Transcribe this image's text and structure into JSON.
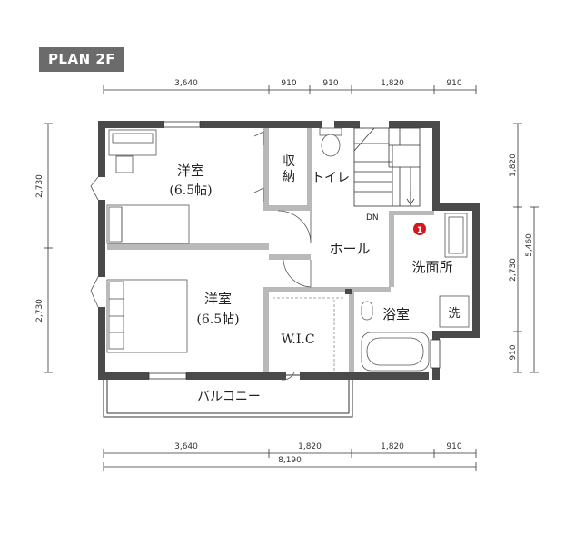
{
  "plan_label": "PLAN 2F",
  "dimensions": {
    "top": [
      "3,640",
      "910",
      "910",
      "1,820",
      "910"
    ],
    "bottom": [
      "3,640",
      "1,820",
      "1,820",
      "910"
    ],
    "bottom_total": "8,190",
    "left": [
      "2,730",
      "2,730"
    ],
    "right": [
      "1,820",
      "2,730",
      "910"
    ],
    "right_total": "5,460"
  },
  "rooms": {
    "western_room_1": "洋室",
    "western_room_1_size": "(6.5帖)",
    "western_room_2": "洋室",
    "western_room_2_size": "(6.5帖)",
    "storage": [
      "収",
      "納"
    ],
    "toilet": "トイレ",
    "hall": "ホール",
    "washroom": "洗面所",
    "bathroom": "浴室",
    "wic": "W.I.C",
    "balcony": "バルコニー",
    "washer": "洗",
    "stair_down": "DN"
  },
  "marker_number": "1",
  "colors": {
    "wall": "#4a4a4a",
    "partition": "#b9b9b9",
    "badge": "#6b6b6b",
    "marker": "#d7161e"
  }
}
